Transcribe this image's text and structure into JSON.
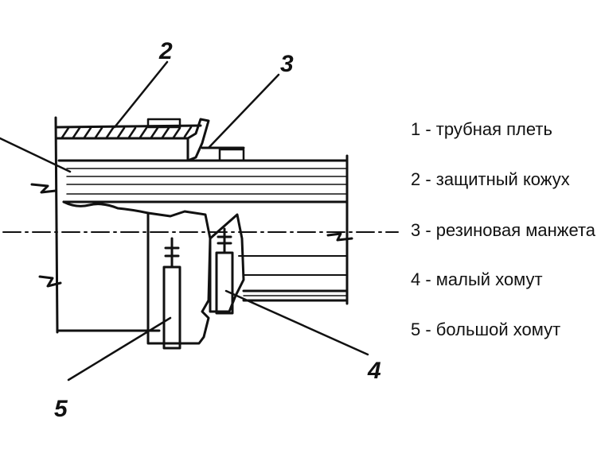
{
  "callouts": {
    "c2": "2",
    "c3": "3",
    "c4": "4",
    "c5": "5"
  },
  "legend": [
    "1 - трубная плеть",
    "2 - защитный кожух",
    "3 - резиновая манжета",
    "4 - малый хомут",
    "5 - большой хомут"
  ],
  "colors": {
    "ink": "#111111",
    "background": "#ffffff"
  }
}
